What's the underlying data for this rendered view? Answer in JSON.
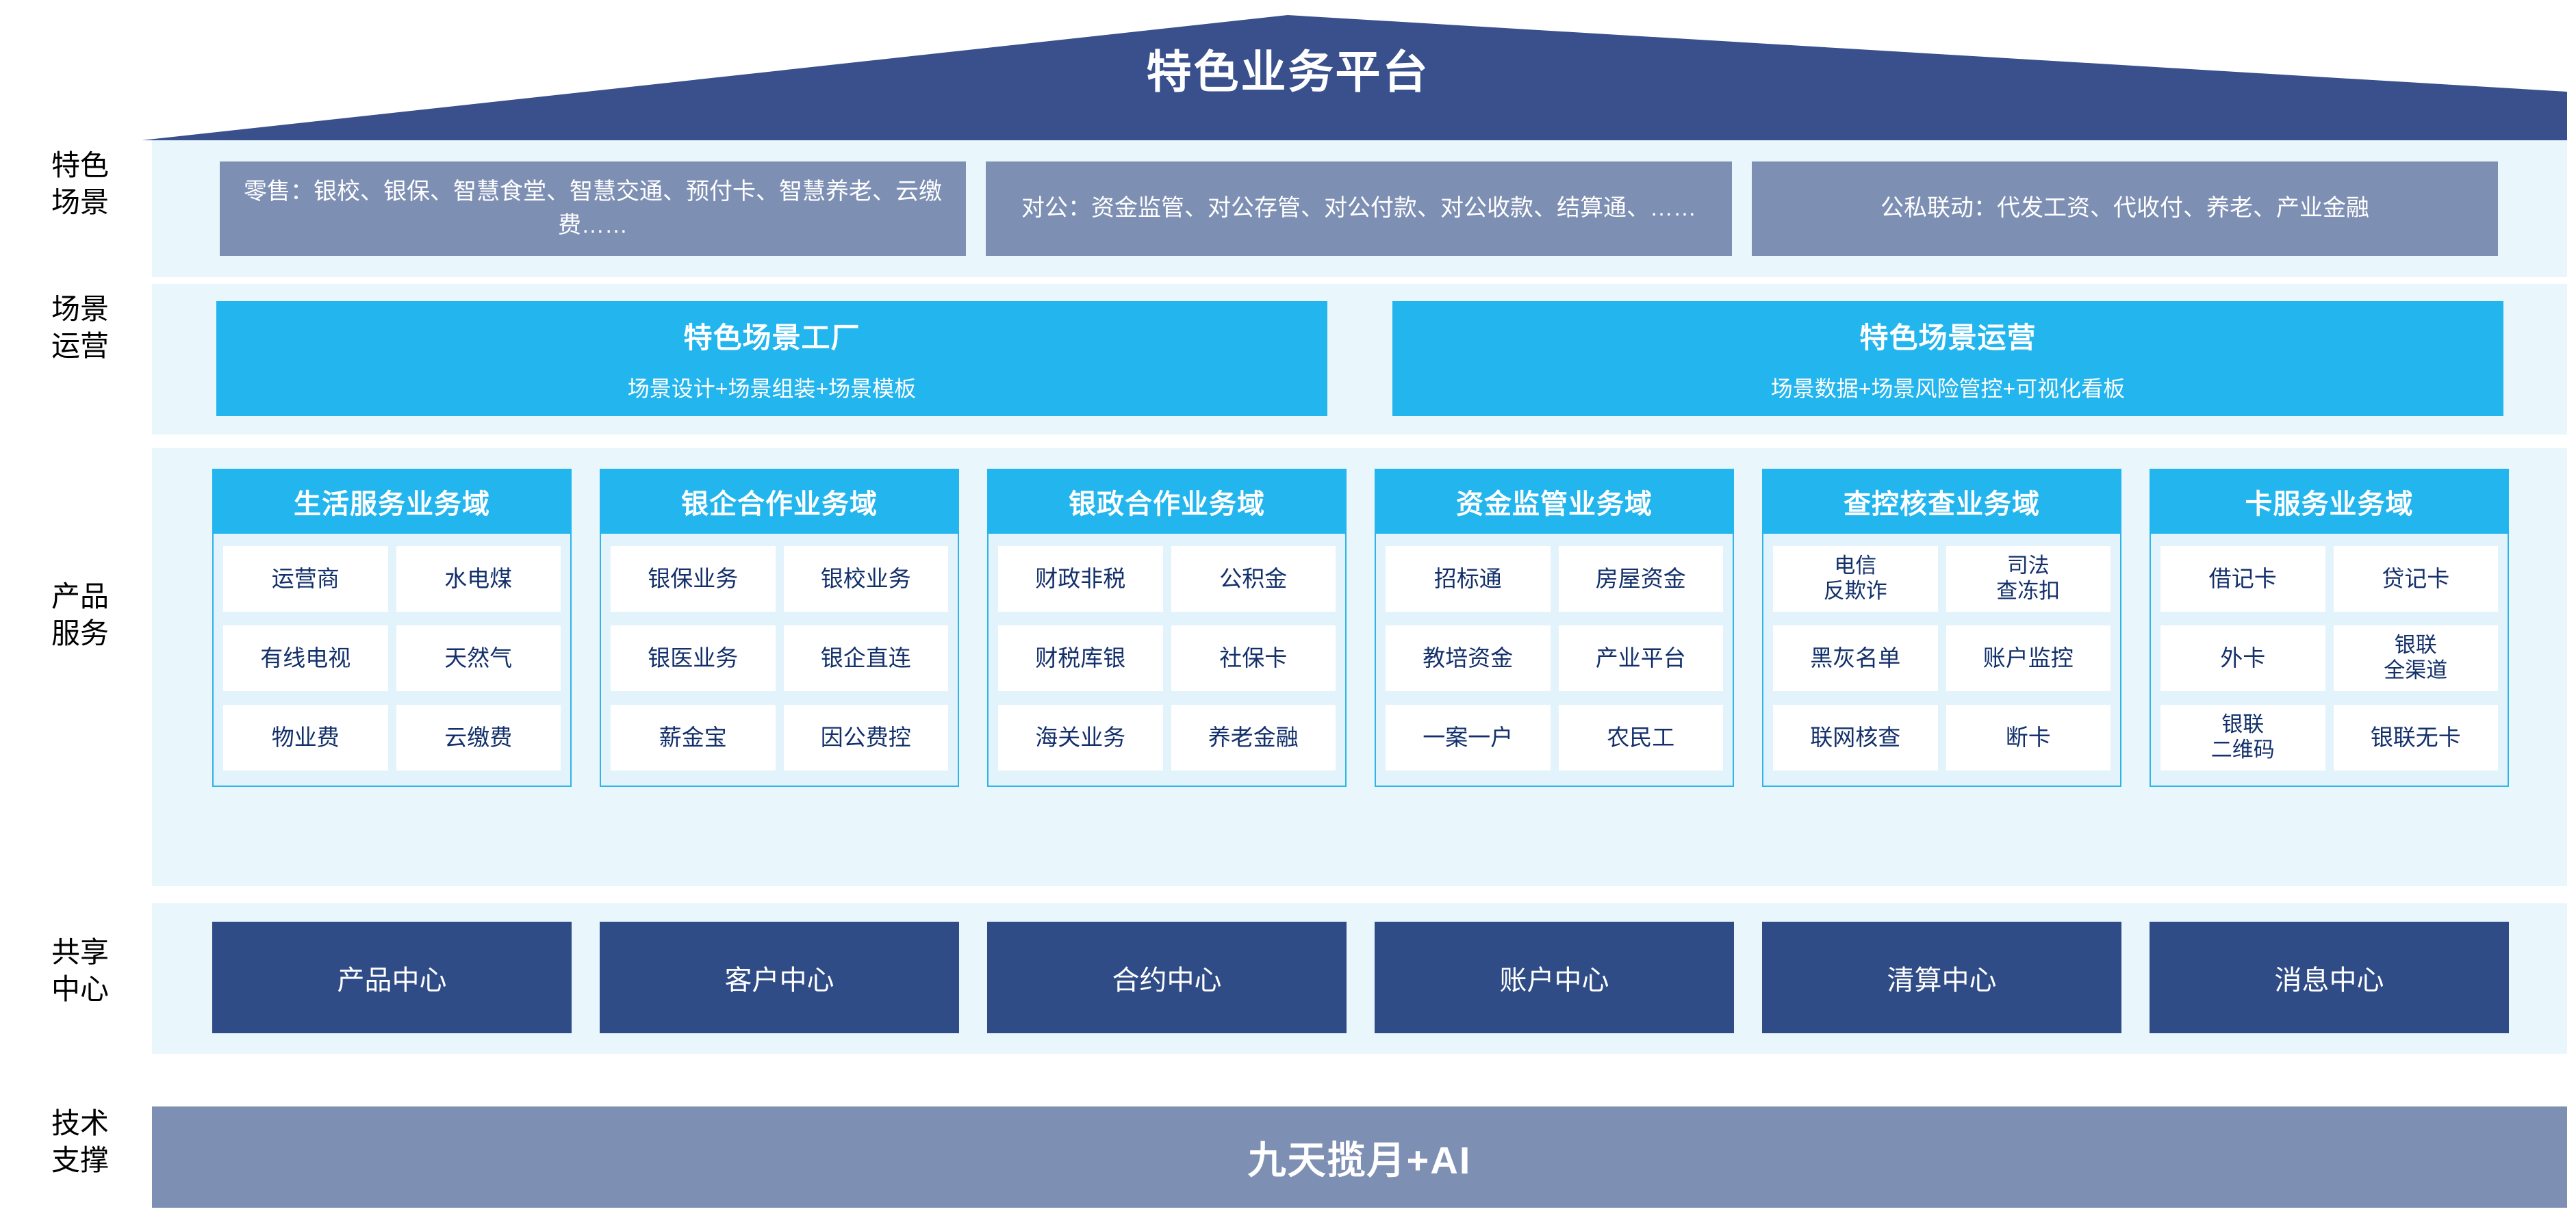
{
  "header": {
    "title": "特色业务平台"
  },
  "rails": {
    "scenario": "特色\n场景",
    "scenario_l1": "特色",
    "scenario_l2": "场景",
    "operation_l1": "场景",
    "operation_l2": "运营",
    "product_l1": "产品",
    "product_l2": "服务",
    "shared_l1": "共享",
    "shared_l2": "中心",
    "tech_l1": "技术",
    "tech_l2": "支撑"
  },
  "scenarios": [
    {
      "label": "零售：银校、银保、智慧食堂、智慧交通、预付卡、智慧养老、云缴费……"
    },
    {
      "label": "对公：资金监管、对公存管、对公付款、对公收款、结算通、……"
    },
    {
      "label": "公私联动：代发工资、代收付、养老、产业金融"
    }
  ],
  "operations": [
    {
      "title": "特色场景工厂",
      "subtitle": "场景设计+场景组装+场景模板"
    },
    {
      "title": "特色场景运营",
      "subtitle": "场景数据+场景风险管控+可视化看板"
    }
  ],
  "product_domains": [
    {
      "title": "生活服务业务域",
      "rows": [
        [
          "运营商",
          "水电煤"
        ],
        [
          "有线电视",
          "天然气"
        ],
        [
          "物业费",
          "云缴费"
        ]
      ]
    },
    {
      "title": "银企合作业务域",
      "rows": [
        [
          "银保业务",
          "银校业务"
        ],
        [
          "银医业务",
          "银企直连"
        ],
        [
          "薪金宝",
          "因公费控"
        ]
      ]
    },
    {
      "title": "银政合作业务域",
      "rows": [
        [
          "财政非税",
          "公积金"
        ],
        [
          "财税库银",
          "社保卡"
        ],
        [
          "海关业务",
          "养老金融"
        ]
      ]
    },
    {
      "title": "资金监管业务域",
      "rows": [
        [
          "招标通",
          "房屋资金"
        ],
        [
          "教培资金",
          "产业平台"
        ],
        [
          "一案一户",
          "农民工"
        ]
      ]
    },
    {
      "title": "查控核查业务域",
      "rows": [
        [
          "电信\n反欺诈",
          "司法\n查冻扣"
        ],
        [
          "黑灰名单",
          "账户监控"
        ],
        [
          "联网核查",
          "断卡"
        ]
      ]
    },
    {
      "title": "卡服务业务域",
      "rows": [
        [
          "借记卡",
          "贷记卡"
        ],
        [
          "外卡",
          "银联\n全渠道"
        ],
        [
          "银联\n二维码",
          "银联无卡"
        ]
      ]
    }
  ],
  "shared_centers": [
    {
      "label": "产品中心"
    },
    {
      "label": "客户中心"
    },
    {
      "label": "合约中心"
    },
    {
      "label": "账户中心"
    },
    {
      "label": "清算中心"
    },
    {
      "label": "消息中心"
    }
  ],
  "tech_support": {
    "label": "九天揽月+AI"
  },
  "colors": {
    "roof_navy": "#39508d",
    "scenario_gray_blue": "#7e8fb4",
    "cyan": "#22b5ee",
    "panel_pale": "#e9f7fd",
    "column_body": "#e3f3fc",
    "column_border": "#2fb4e8",
    "cell_white": "#ffffff",
    "cell_text": "#13306b",
    "shared_navy": "#2f4c86"
  }
}
